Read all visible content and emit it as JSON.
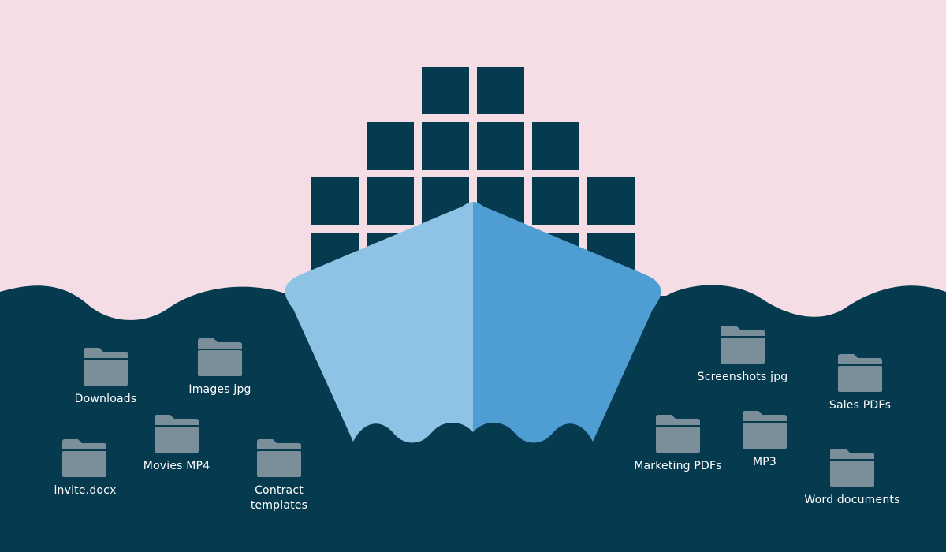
{
  "colors": {
    "sky": "#f4dde4",
    "sea": "#053a4f",
    "container": "#053a4f",
    "hull_left": "#8ec3e5",
    "hull_right": "#4f9ed3",
    "folder": "#7b8f9a",
    "text": "#ffffff"
  },
  "icons": {
    "folder": "folder-icon",
    "container": "container-block"
  },
  "folders": [
    {
      "id": "downloads",
      "label": "Downloads"
    },
    {
      "id": "images",
      "label": "Images jpg"
    },
    {
      "id": "movies",
      "label": "Movies MP4"
    },
    {
      "id": "invite",
      "label": "invite.docx"
    },
    {
      "id": "contract",
      "label": "Contract templates"
    },
    {
      "id": "screenshots",
      "label": "Screenshots jpg"
    },
    {
      "id": "sales",
      "label": "Sales PDFs"
    },
    {
      "id": "marketing",
      "label": "Marketing PDFs"
    },
    {
      "id": "mp3",
      "label": "MP3"
    },
    {
      "id": "word",
      "label": "Word documents"
    }
  ]
}
